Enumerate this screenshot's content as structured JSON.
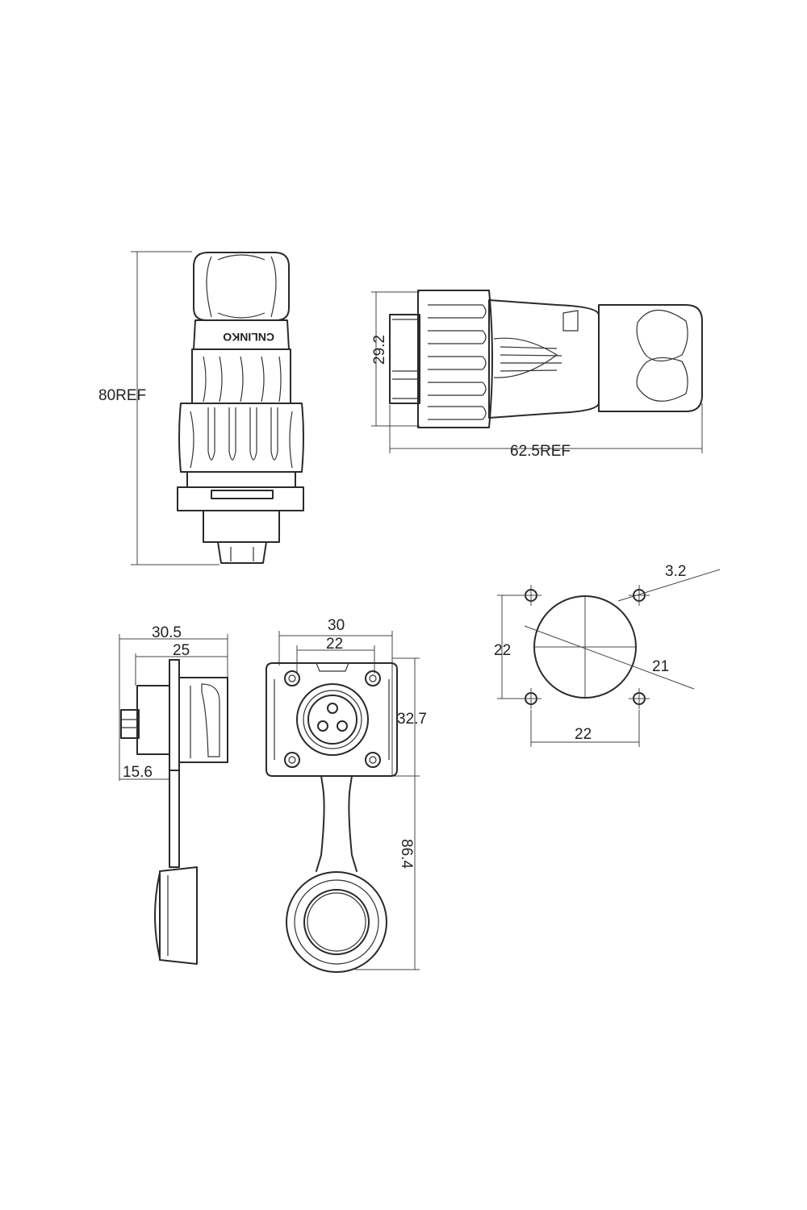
{
  "dimensions": {
    "overall_height": "80REF",
    "body_width": "29.2",
    "overall_length": "62.5REF",
    "hole_diameter": "3.2",
    "panel_hole_spacing_vertical": "22",
    "panel_cutout_diameter": "21",
    "panel_hole_spacing_horizontal": "22",
    "side_total_depth": "30.5",
    "side_body_depth": "25",
    "side_rear_depth": "15.6",
    "flange_width": "30",
    "flange_hole_spacing": "22",
    "flange_height": "32.7",
    "total_height_with_cap": "86.4"
  },
  "logo": {
    "brand": "CNLINKO"
  },
  "colors": {
    "line": "#2a2a2a",
    "background": "#ffffff"
  }
}
